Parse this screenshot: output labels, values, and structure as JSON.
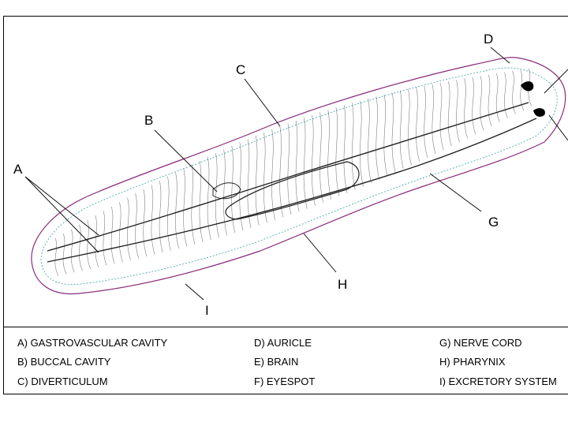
{
  "labels": {
    "a": "A",
    "b": "B",
    "c": "C",
    "d": "D",
    "g": "G",
    "h": "H",
    "i": "I"
  },
  "legend": {
    "col1": [
      "A) GASTROVASCULAR CAVITY",
      "B) BUCCAL CAVITY",
      "C) DIVERTICULUM"
    ],
    "col2": [
      "D) AURICLE",
      "E) BRAIN",
      "F) EYESPOT"
    ],
    "col3": [
      "G) NERVE CORD",
      "H) PHARYNIX",
      "I) EXCRETORY SYSTEM"
    ]
  },
  "colors": {
    "outline": "#8a2a7a",
    "inner": "#3aa3a3",
    "line": "#000000"
  }
}
